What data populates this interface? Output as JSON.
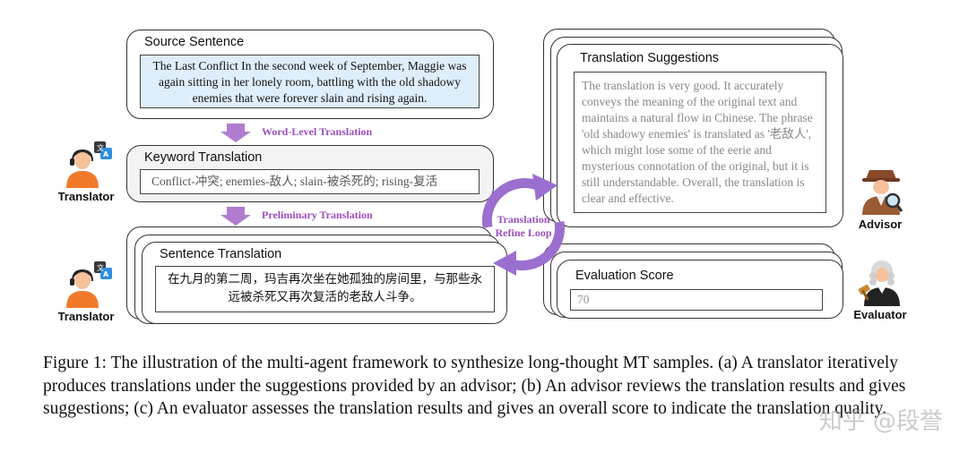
{
  "source": {
    "title": "Source Sentence",
    "text": "The Last Conflict In the second week of September, Maggie was again sitting in her lonely room, battling with the old shadowy enemies that were forever slain and rising again."
  },
  "arrow1_label": "Word-Level Translation",
  "keyword": {
    "title": "Keyword Translation",
    "text": "Conflict-冲突; enemies-敌人; slain-被杀死的; rising-复活"
  },
  "arrow2_label": "Preliminary Translation",
  "sentence": {
    "title": "Sentence Translation",
    "text": "在九月的第二周，玛吉再次坐在她孤独的房间里，与那些永远被杀死又再次复活的老敌人斗争。"
  },
  "loop_label": "Translation Refine Loop",
  "suggestions": {
    "title": "Translation Suggestions",
    "text": "The translation is very good. It accurately conveys the meaning of the original text and maintains a natural flow in Chinese. The phrase 'old shadowy enemies' is translated as '老敌人', which might lose some of the eerie and mysterious connotation of the original, but it is still understandable. Overall, the translation is clear and effective."
  },
  "evaluation": {
    "title": "Evaluation Score",
    "score": "70"
  },
  "roles": {
    "translator1": "Translator",
    "translator2": "Translator",
    "advisor": "Advisor",
    "evaluator": "Evaluator"
  },
  "caption": "Figure 1: The illustration of the multi-agent framework to synthesize long-thought MT samples. (a) A translator iteratively produces translations under the suggestions provided by an advisor; (b) An advisor reviews the translation results and gives suggestions; (c) An evaluator assesses the translation results and gives an overall score to indicate the translation quality.",
  "watermark": "知乎 @段誉",
  "colors": {
    "arrow": "#b07cd0",
    "loop": "#9b6fcf",
    "blue_box": "#dfeefb"
  }
}
